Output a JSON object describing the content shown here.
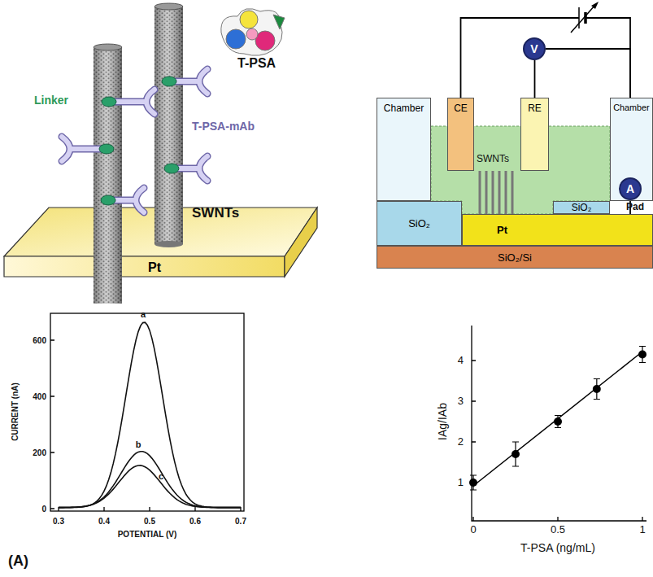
{
  "diagram": {
    "nodes": [
      {
        "text": [
          "Pt"
        ]
      },
      {
        "text": [
          "Chamber"
        ]
      },
      {
        "text": [
          "CE"
        ]
      },
      {
        "text": [
          "RE"
        ]
      },
      {
        "text": [
          "Chamber"
        ]
      },
      {
        "text": [
          "SiO₂"
        ]
      },
      {
        "text": [
          "SiO₂"
        ]
      },
      {
        "text": [
          "Pt"
        ]
      },
      {
        "text": [
          "SiO₂/Si"
        ]
      },
      {
        "text": [
          "V"
        ]
      },
      {
        "text": [
          "A"
        ]
      }
    ],
    "edges": [
      {
        "from": 2,
        "to": 10,
        "arrow": "none"
      },
      {
        "from": 3,
        "to": 9,
        "arrow": "none"
      },
      {
        "from": 9,
        "to": 10,
        "arrow": "none"
      },
      {
        "from": 10,
        "to": 7,
        "arrow": "none"
      }
    ],
    "labels": [
      "T-PSA",
      "Linker",
      "T-PSA-mAb",
      "SWNTs",
      "SWNTs",
      "Pad",
      "a",
      "b",
      "c",
      "600",
      "400",
      "200",
      "0",
      "0.3",
      "0.4",
      "0.5",
      "0.6",
      "0.7",
      "CURRENT (nA)",
      "POTENTIAL (V)",
      "1",
      "2",
      "3",
      "4",
      "0",
      "0.5",
      "1",
      "IAg/IAb",
      "T-PSA (ng/mL)",
      "(A)"
    ]
  }
}
